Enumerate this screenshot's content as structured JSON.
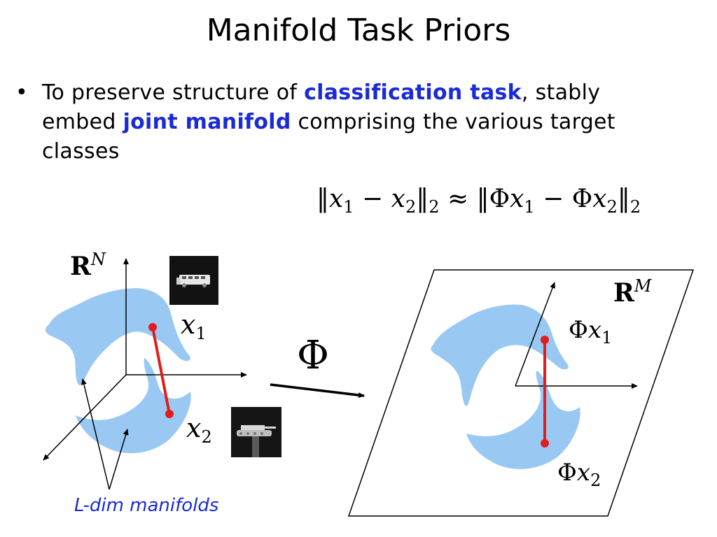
{
  "slide": {
    "title": "Manifold Task Priors",
    "bullet": {
      "part1": "To preserve structure of ",
      "highlight1": "classification task",
      "part2": ", stably embed ",
      "highlight2": "joint manifold",
      "part3": " comprising the various target classes"
    },
    "equation": {
      "lhs_norm_open": "‖",
      "x1": "x",
      "sub1": "1",
      "minus": " − ",
      "x2": "x",
      "sub2": "2",
      "norm_close": "‖",
      "norm_sub": "2",
      "approx": " ≈ ",
      "rhs_norm_open": "‖",
      "phi": "Φ",
      "rhs_x1": "x",
      "rhs_sub1": "1",
      "rhs_minus": " − ",
      "phi2": "Φ",
      "rhs_x2": "x",
      "rhs_sub2": "2",
      "rhs_norm_close": "‖",
      "rhs_norm_sub": "2"
    },
    "left_space": {
      "R": "R",
      "sup": "N"
    },
    "right_space": {
      "R": "R",
      "sup": "M"
    },
    "labels": {
      "x": "x",
      "one": "1",
      "two": "2",
      "phi": "Φ",
      "phi_map": "Φ"
    },
    "caption": "L-dim manifolds",
    "colors": {
      "manifold": "#99c9f2",
      "segment": "#e11d1d",
      "highlight": "#1a2bd6"
    },
    "icons": [
      "bus-thumbnail",
      "tank-thumbnail"
    ]
  }
}
